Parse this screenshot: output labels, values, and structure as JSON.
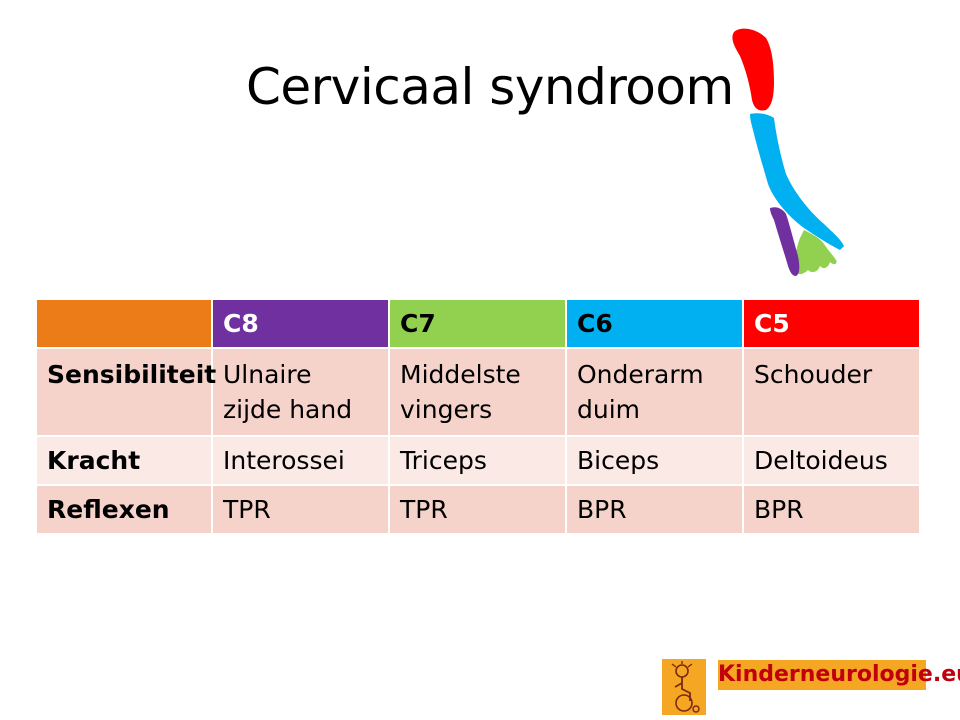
{
  "slide": {
    "title": "Cervicaal syndroom"
  },
  "colors": {
    "corner": "#ec7c18",
    "c8": "#7030a0",
    "c7": "#92d050",
    "c6": "#00b0f0",
    "c5": "#ff0000",
    "row_dark": "#f5d3ca",
    "row_light": "#fbe9e5",
    "logo_bg": "#f5a623",
    "logo_text": "#c0000c"
  },
  "illustration": {
    "icon": "arm-dermatome-icon"
  },
  "table": {
    "headers": [
      "",
      "C8",
      "C7",
      "C6",
      "C5"
    ],
    "rows": [
      {
        "label": "Sensibiliteit",
        "cells": [
          [
            "Ulnaire",
            "zijde hand"
          ],
          [
            "Middelste",
            "vingers"
          ],
          [
            "Onderarm",
            "duim"
          ],
          [
            "Schouder"
          ]
        ]
      },
      {
        "label": "Kracht",
        "cells": [
          [
            "Interossei"
          ],
          [
            "Triceps"
          ],
          [
            "Biceps"
          ],
          [
            "Deltoideus"
          ]
        ]
      },
      {
        "label": "Reflexen",
        "cells": [
          [
            "TPR"
          ],
          [
            "TPR"
          ],
          [
            "BPR"
          ],
          [
            "BPR"
          ]
        ]
      }
    ]
  },
  "logo": {
    "text": "Kinderneurologie.eu",
    "icon": "child-wheelchair-icon"
  }
}
